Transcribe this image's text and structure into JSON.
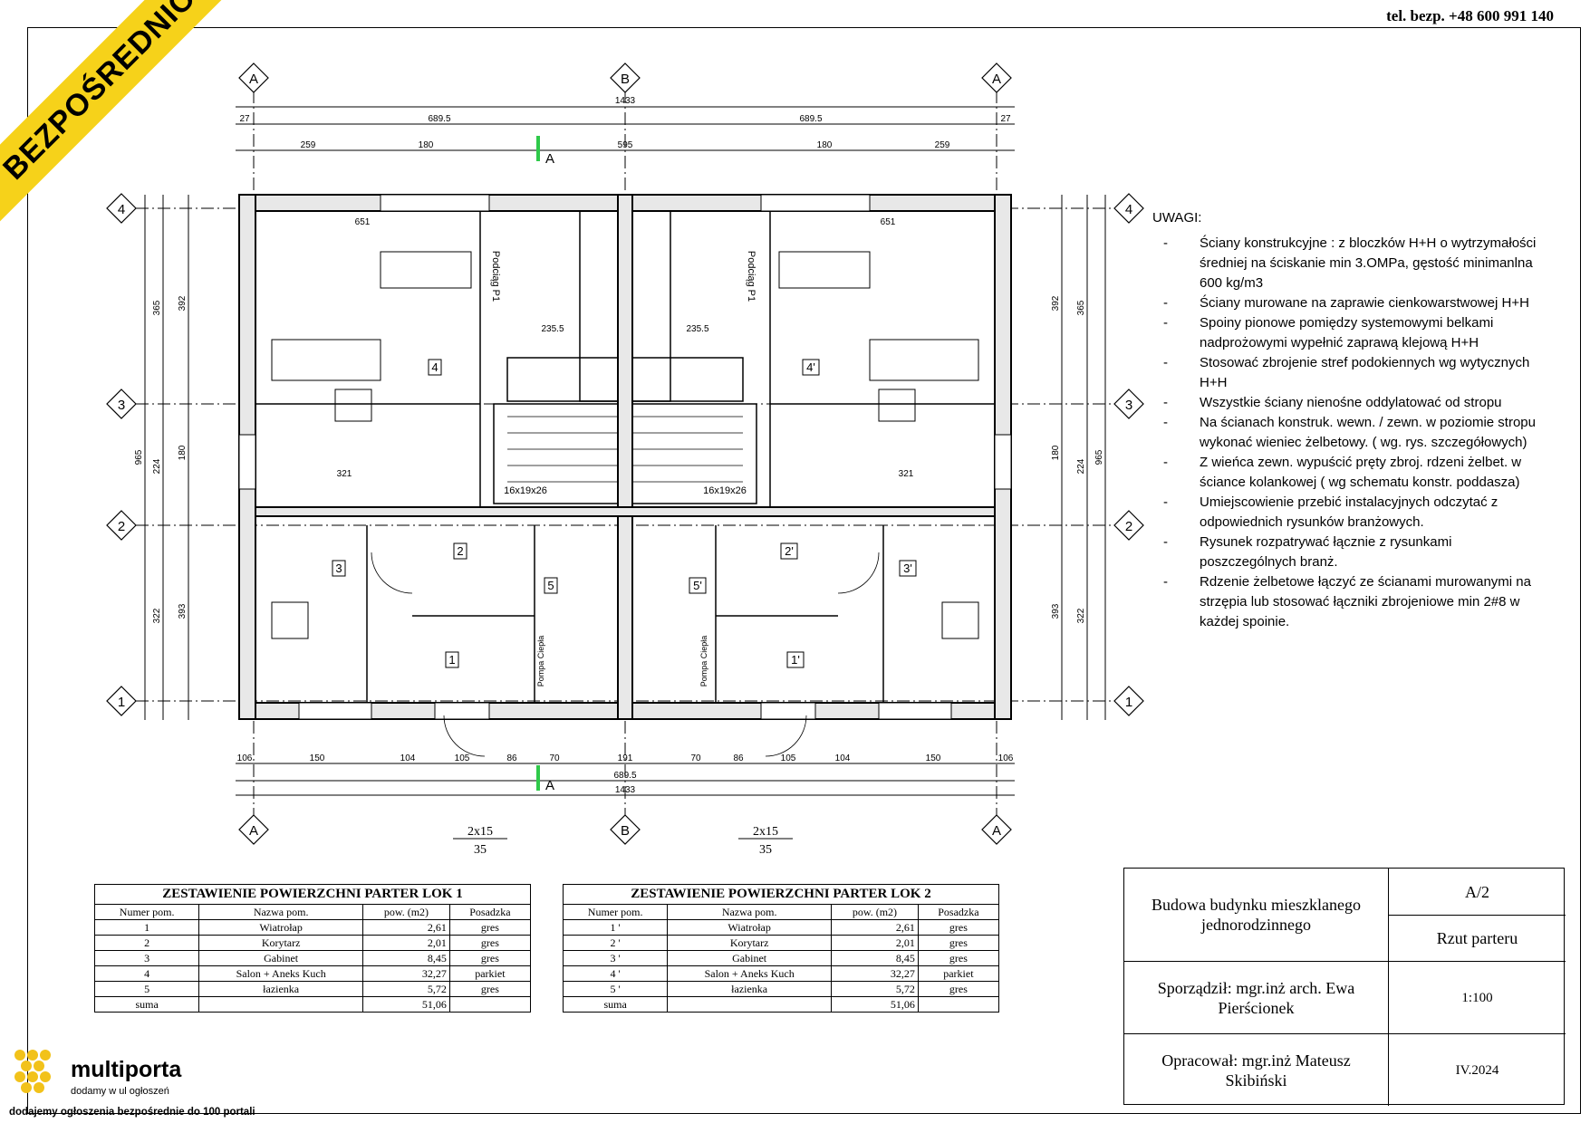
{
  "header": {
    "phone": "tel. bezp. +48 600 991 140",
    "ribbon": "BEZPOŚREDNIO"
  },
  "plan": {
    "axes_vertical": [
      "A",
      "B",
      "A"
    ],
    "axes_horizontal": [
      "4",
      "3",
      "2",
      "1"
    ],
    "section": "A",
    "dims": {
      "total": "1433",
      "half": "689.5",
      "edge": "27",
      "top_left": "259",
      "top_win": "180",
      "top_mid": "595",
      "room_w": "651",
      "kitchen_w": "235.5",
      "stair_label": "16x19x26",
      "bottom_w": "321",
      "h_total": "965",
      "h_a": "365",
      "h_b": "392",
      "h_c": "224",
      "h_d": "180",
      "h_e": "322",
      "h_f": "393",
      "b1": "106",
      "b2": "150",
      "b3": "104",
      "b4": "105",
      "b5": "86",
      "b6": "70",
      "b7": "191",
      "steps": "2x15",
      "steps_sub": "35",
      "pompa": "Pompa Ciepła",
      "podciag": "Podciąg P1"
    },
    "rooms": [
      "4",
      "4'",
      "3",
      "3'",
      "2",
      "2'",
      "5",
      "5'",
      "1",
      "1'"
    ]
  },
  "notes": {
    "heading": "UWAGI:",
    "items": [
      "Ściany konstrukcyjne : z bloczków H+H o wytrzymałości średniej na ściskanie min 3.OMPa, gęstość minimanlna 600 kg/m3",
      "Ściany murowane na zaprawie cienkowarstwowej H+H",
      "Spoiny pionowe pomiędzy systemowymi belkami nadprożowymi wypełnić zaprawą klejową H+H",
      "Stosować zbrojenie stref podokiennych wg wytycznych H+H",
      "Wszystkie ściany  nienośne oddylatować od stropu",
      "Na ścianach konstruk. wewn. / zewn. w poziomie stropu wykonać wieniec żelbetowy. ( wg. rys. szczegółowych)",
      "Z wieńca zewn. wypuścić pręty zbroj. rdzeni żelbet. w ściance kolankowej ( wg schematu konstr. poddasza)",
      "Umiejscowienie przebić instalacyjnych odczytać z odpowiednich rysunków branżowych.",
      "Rysunek rozpatrywać łącznie z rysunkami poszczególnych branż.",
      "Rdzenie żelbetowe łączyć ze ścianami murowanymi na strzępia lub stosować łączniki zbrojeniowe min 2#8 w każdej spoinie."
    ]
  },
  "table1": {
    "title": "ZESTAWIENIE POWIERZCHNI PARTER LOK 1",
    "headers": [
      "Numer pom.",
      "Nazwa pom.",
      "pow. (m2)",
      "Posadzka"
    ],
    "rows": [
      [
        "1",
        "Wiatrołap",
        "2,61",
        "gres"
      ],
      [
        "2",
        "Korytarz",
        "2,01",
        "gres"
      ],
      [
        "3",
        "Gabinet",
        "8,45",
        "gres"
      ],
      [
        "4",
        "Salon + Aneks Kuch",
        "32,27",
        "parkiet"
      ],
      [
        "5",
        "łazienka",
        "5,72",
        "gres"
      ]
    ],
    "sum_label": "suma",
    "sum_value": "51,06"
  },
  "table2": {
    "title": "ZESTAWIENIE POWIERZCHNI PARTER LOK 2",
    "headers": [
      "Numer pom.",
      "Nazwa pom.",
      "pow. (m2)",
      "Posadzka"
    ],
    "rows": [
      [
        "1 '",
        "Wiatrołap",
        "2,61",
        "gres"
      ],
      [
        "2 '",
        "Korytarz",
        "2,01",
        "gres"
      ],
      [
        "3 '",
        "Gabinet",
        "8,45",
        "gres"
      ],
      [
        "4 '",
        "Salon + Aneks Kuch",
        "32,27",
        "parkiet"
      ],
      [
        "5 '",
        "łazienka",
        "5,72",
        "gres"
      ]
    ],
    "sum_label": "suma",
    "sum_value": "51,06"
  },
  "titleblock": {
    "project": "Budowa budynku mieszklanego jednorodzinnego",
    "sheet": "A/2",
    "sheet_name": "Rzut parteru",
    "author": "Sporządził: mgr.inż arch. Ewa Pierścionek",
    "scale": "1:100",
    "preparer": "Opracował: mgr.inż Mateusz Skibiński",
    "date": "IV.2024"
  },
  "logo": {
    "name": "multiporta",
    "tagline": "dodamy w ul ogłoszeń",
    "subline": "dodajemy ogłoszenia bezpośrednie do 100 portali"
  }
}
